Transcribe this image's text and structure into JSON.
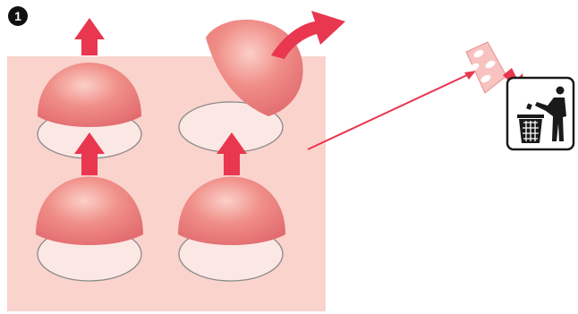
{
  "step": {
    "number": "1"
  },
  "colors": {
    "panel": "#f9d3cc",
    "dome": "#ef7e7d",
    "dome_highlight": "#f7b0aa",
    "dome_shadow": "#d85a5f",
    "arrow": "#e8374f",
    "well_fill": "#fbe8e5",
    "well_stroke": "#8a8a8a",
    "leader_line": "#e8374f",
    "bin_icon": "#1a1a1a",
    "badge": "#111111"
  },
  "icons": {
    "step_badge": "numbered-circle-icon",
    "press_arrow": "up-arrow-icon",
    "lift_arrow": "curved-arrow-icon",
    "foil": "empty-blister-foil-icon",
    "discard_arrow": "down-right-arrow-icon",
    "disposal": "trash-bin-disposal-icon"
  },
  "wells": [
    {
      "id": "top-left",
      "state": "pushed-out"
    },
    {
      "id": "top-right",
      "state": "cap-removed"
    },
    {
      "id": "bottom-left",
      "state": "pushed-out"
    },
    {
      "id": "bottom-right",
      "state": "pushed-out"
    }
  ]
}
